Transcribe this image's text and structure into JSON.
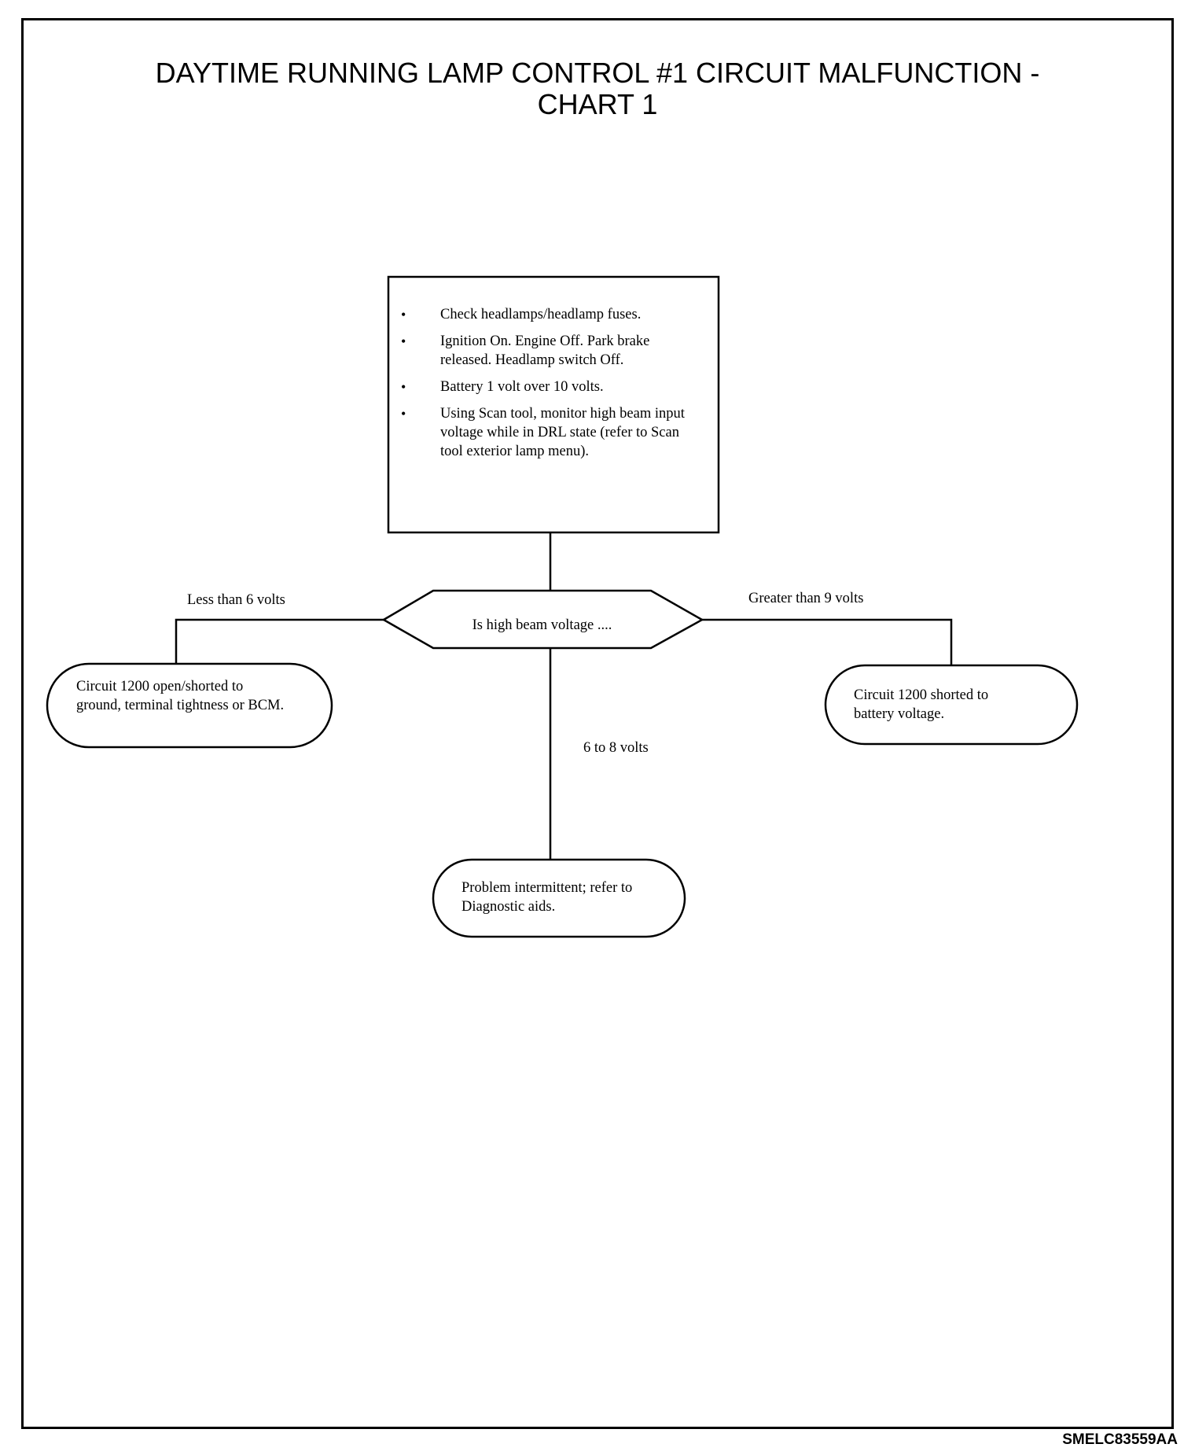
{
  "title": {
    "line1": "DAYTIME RUNNING LAMP CONTROL #1 CIRCUIT MALFUNCTION -",
    "line2": "CHART 1"
  },
  "start_box": {
    "items": [
      "Check headlamps/headlamp fuses.",
      "Ignition On. Engine Off. Park brake released. Headlamp switch Off.",
      "Battery 1 volt over 10 volts.",
      "Using Scan tool, monitor high beam input voltage while in DRL state (refer to Scan tool exterior lamp menu)."
    ],
    "bullet": "•"
  },
  "decision": {
    "label": "Is high beam voltage ...."
  },
  "branches": {
    "left": {
      "label": "Less than 6 volts",
      "result": "Circuit 1200 open/shorted to ground, terminal tightness or BCM."
    },
    "right": {
      "label": "Greater than 9 volts",
      "result": "Circuit 1200 shorted to battery voltage."
    },
    "bottom": {
      "label": "6 to 8 volts",
      "result": "Problem intermittent; refer to Diagnostic aids."
    }
  },
  "image_code": "SMELC83559AA"
}
